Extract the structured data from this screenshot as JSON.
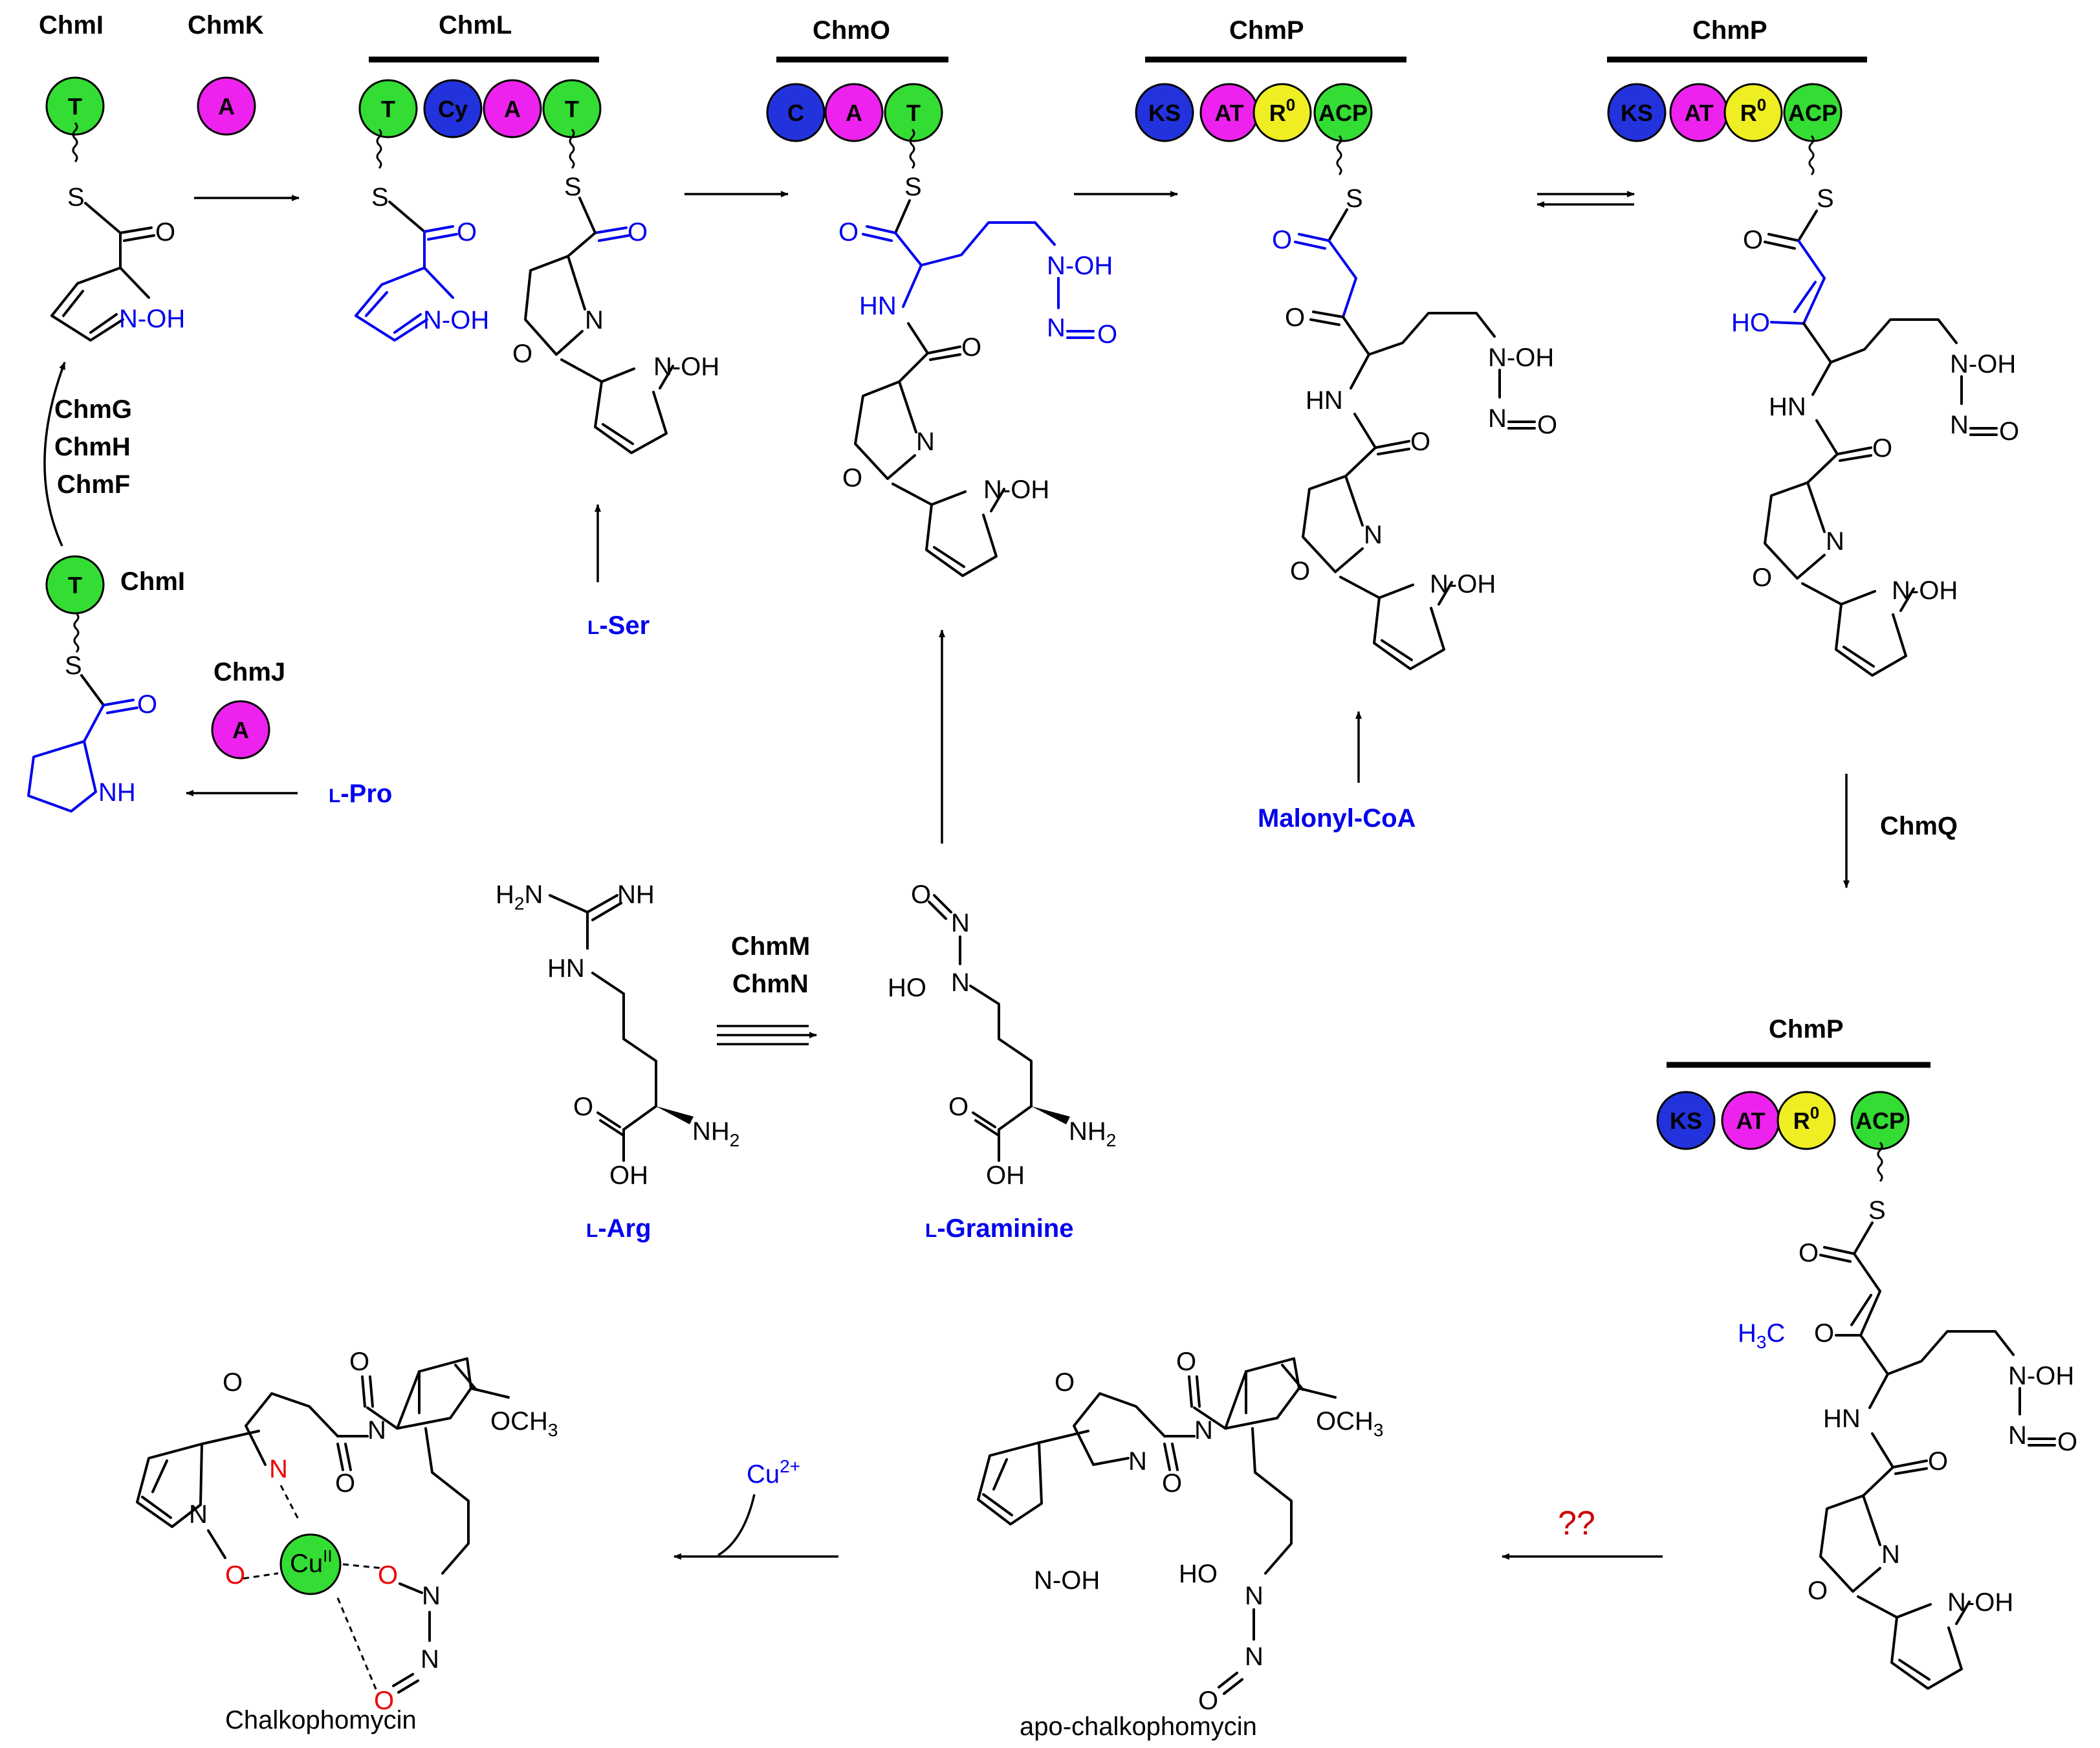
{
  "enzymes": {
    "chmI": "ChmI",
    "chmK": "ChmK",
    "chmL": "ChmL",
    "chmO": "ChmO",
    "chmP": "ChmP",
    "chmJ": "ChmJ",
    "chmG": "ChmG",
    "chmH": "ChmH",
    "chmF": "ChmF",
    "chmQ": "ChmQ",
    "chmM": "ChmM",
    "chmN": "ChmN"
  },
  "domains": {
    "T": "T",
    "A": "A",
    "Cy": "Cy",
    "C": "C",
    "KS": "KS",
    "AT": "AT",
    "R": "R",
    "R_sup": "0",
    "ACP": "ACP"
  },
  "domain_colors": {
    "T": "#33dd33",
    "A": "#ee22ee",
    "Cy": "#2233dd",
    "C": "#2233dd",
    "KS": "#2233dd",
    "AT": "#ee22ee",
    "R": "#eeee22",
    "ACP": "#33dd33"
  },
  "substrates": {
    "l_pro": "L-Pro",
    "l_ser": "L-Ser",
    "malonyl_coa": "Malonyl-CoA",
    "l_arg": "L-Arg",
    "l_graminine": "L-Graminine"
  },
  "small_caps": "L",
  "products": {
    "apo": "apo-chalkophomycin",
    "holo": "Chalkophomycin"
  },
  "cofactor": {
    "ion": "Cu",
    "charge": "2+"
  },
  "unknown_step": "??",
  "atoms": {
    "S": "S",
    "O": "O",
    "N": "N",
    "NH": "NH",
    "HN": "HN",
    "OH": "OH",
    "HO": "HO",
    "N_OH": "N-OH",
    "NH2": "NH",
    "H2N": "H",
    "H3C": "H",
    "OCH3": "OCH",
    "Cu_label": "Cu",
    "Cu_ox": "II",
    "sub2": "2",
    "sub3": "3"
  }
}
